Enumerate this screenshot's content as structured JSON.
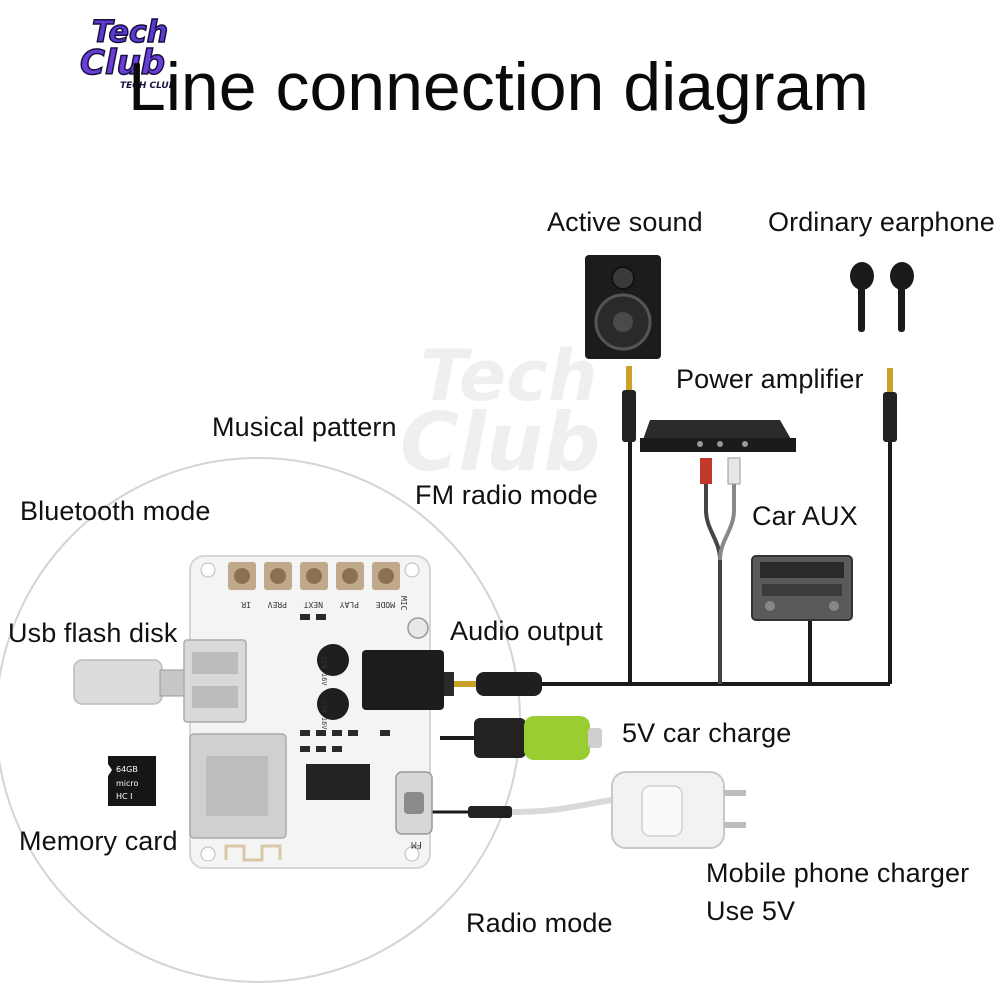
{
  "title": "Line connection diagram",
  "logo": {
    "line1": "Tech",
    "line2": "Club",
    "tag": "TECH CLUB"
  },
  "labels": {
    "active_sound": "Active sound",
    "ordinary_earphone": "Ordinary earphone",
    "power_amplifier": "Power amplifier",
    "musical_pattern": "Musical pattern",
    "bluetooth_mode": "Bluetooth mode",
    "fm_radio_mode": "FM radio mode",
    "car_aux": "Car AUX",
    "usb_flash_disk": "Usb flash disk",
    "audio_output": "Audio output",
    "car_charge": "5V car charge",
    "memory_card": "Memory card",
    "charger_line1": "Mobile phone charger",
    "charger_line2": "Use 5V",
    "radio_mode": "Radio mode"
  },
  "board": {
    "buttons": [
      "IR",
      "PREV",
      "NEXT",
      "PLAY",
      "MODE"
    ],
    "mic": "MIC",
    "fm": "FM",
    "cap1": "220 16V",
    "cap2": "220 16V"
  },
  "sd_card": {
    "capacity": "64GB",
    "brand": "micro",
    "spec": "HC I"
  },
  "colors": {
    "cable": "#1a1a1a",
    "rca_red": "#c0392b",
    "rca_white": "#e8e8e8",
    "board": "#f4f4f4",
    "charger_green": "#9acd32",
    "logo_purple": "#6a3fd8"
  }
}
